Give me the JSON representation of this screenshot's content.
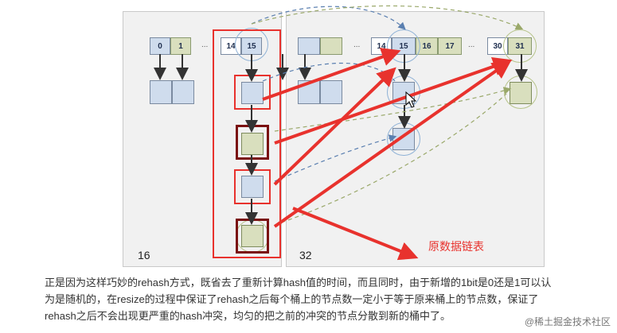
{
  "diagram": {
    "left_table": {
      "size_label": "16",
      "bucket_labels": [
        "0",
        "1",
        "14",
        "15"
      ],
      "ellipsis": "..."
    },
    "right_table": {
      "size_label": "32",
      "bucket_labels": [
        "14",
        "15",
        "16",
        "17",
        "30",
        "31"
      ],
      "ellipsis_mid": "...",
      "ellipsis_end": "..."
    },
    "annotation": "原数据链表"
  },
  "caption": {
    "lines": [
      "正是因为这样巧妙的rehash方式，既省去了重新计算hash值的时间，而且同时，由于新增的1bit是0还是1可以认",
      "为是随机的，在resize的过程中保证了rehash之后每个桶上的节点数一定小于等于原来桶上的节点数，保证了",
      "rehash之后不会出现更严重的hash冲突，均匀的把之前的冲突的节点分散到新的桶中了。"
    ]
  },
  "watermark": "@稀土掘金技术社区",
  "colors": {
    "accent_red": "#e8322d",
    "dark_red": "#7a1010",
    "node_blue": "#cfdced",
    "node_green": "#d9dfbe"
  }
}
